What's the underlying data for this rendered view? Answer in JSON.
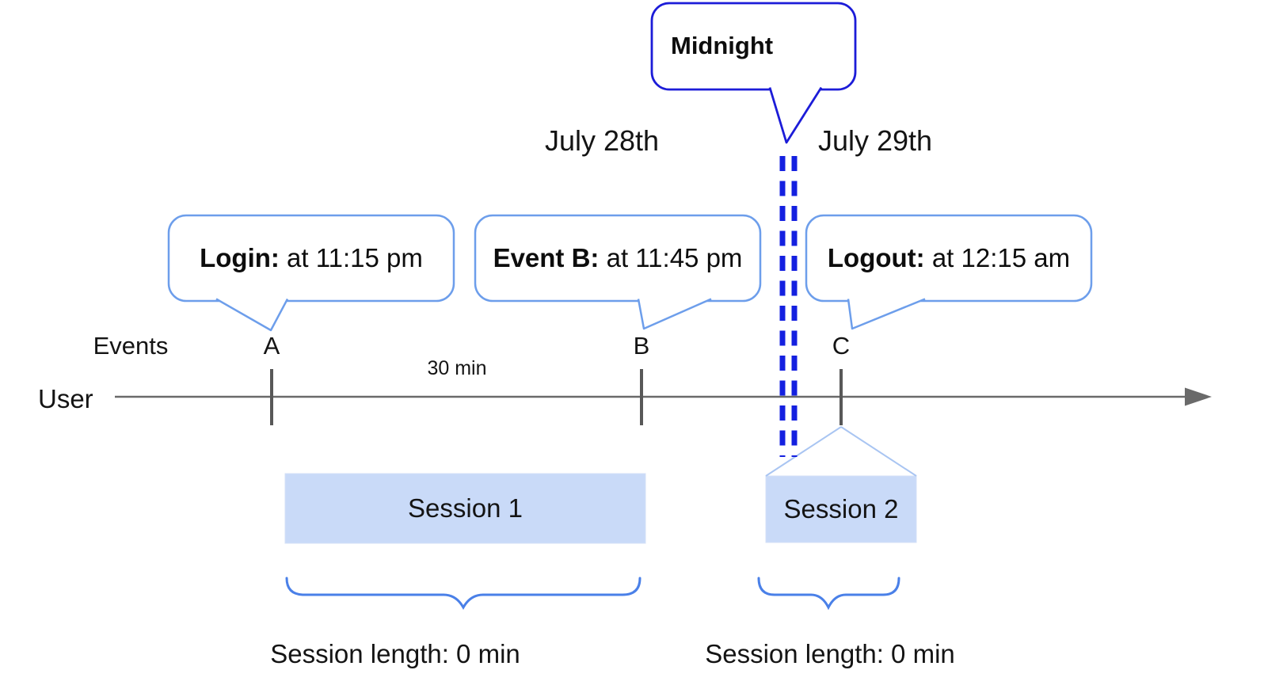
{
  "diagram": {
    "title_hint": "User session timeline across midnight",
    "midnight_callout": {
      "label": "Midnight"
    },
    "dates": {
      "left": "July 28th",
      "right": "July 29th"
    },
    "event_callouts": [
      {
        "bold": "Login:",
        "rest": " at 11:15 pm"
      },
      {
        "bold": "Event B:",
        "rest": " at 11:45 pm"
      },
      {
        "bold": "Logout:",
        "rest": " at 12:15 am"
      }
    ],
    "axis": {
      "events_label": "Events",
      "user_label": "User",
      "interval_label": "30 min",
      "event_marks": [
        "A",
        "B",
        "C"
      ]
    },
    "sessions": [
      {
        "label": "Session 1",
        "length_label": "Session length: 0 min"
      },
      {
        "label": "Session 2",
        "length_label": "Session length: 0 min"
      }
    ],
    "colors": {
      "callout_border_light_blue": "#6d9eeb",
      "midnight_border_dark_blue": "#1c1cd8",
      "dashed_line_blue": "#1420e0",
      "session_fill": "#c9daf8",
      "funnel_line": "#a9c5f2",
      "brace_blue": "#4a80e8",
      "axis_gray": "#666666",
      "text_black": "#111111"
    }
  }
}
